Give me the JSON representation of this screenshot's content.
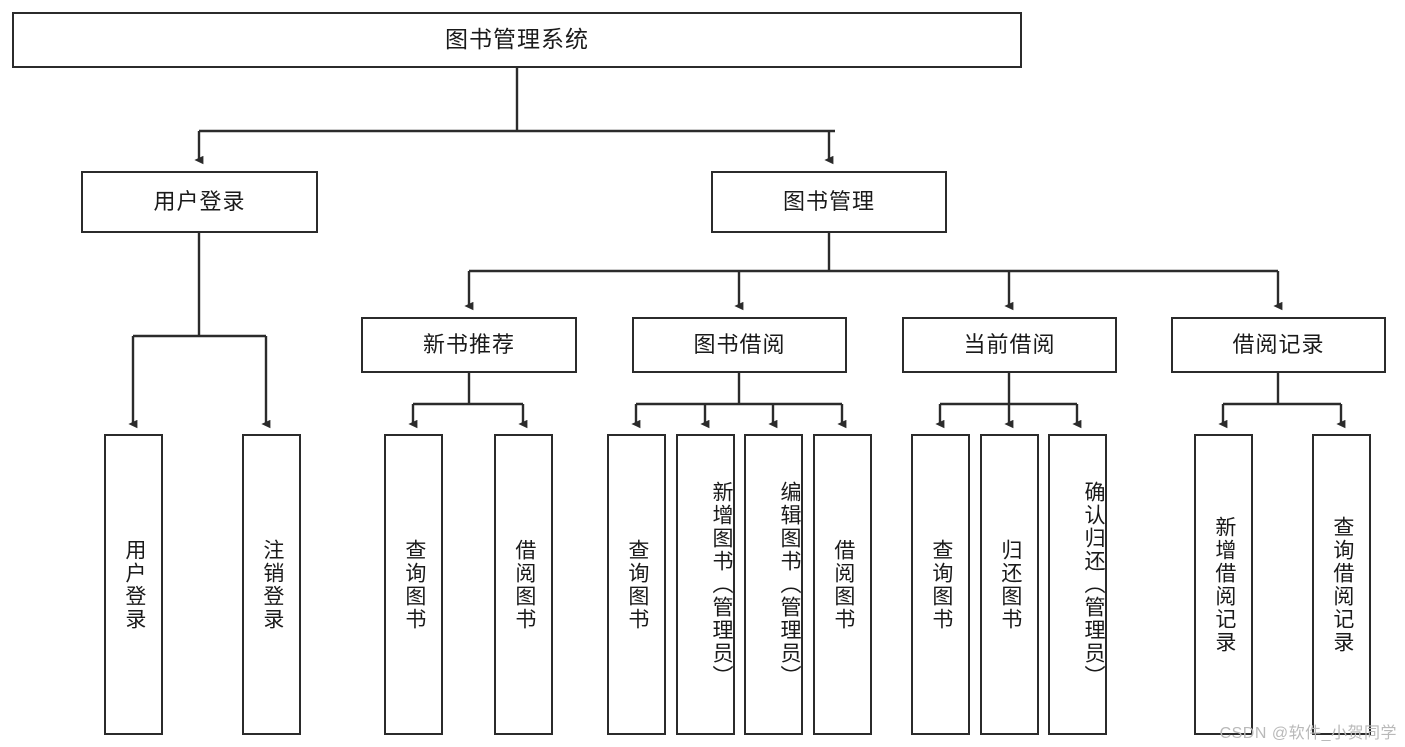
{
  "diagram": {
    "title": "图书管理系统",
    "type": "tree",
    "watermark": "CSDN @软件_小贺同学",
    "colors": {
      "box_border": "#2b2b2b",
      "box_fill": "#ffffff",
      "connector": "#2b2b2b",
      "text": "#1a1a1a",
      "watermark": "#b9b9b9"
    },
    "root": {
      "label": "图书管理系统"
    },
    "level2": [
      {
        "label": "用户登录"
      },
      {
        "label": "图书管理"
      }
    ],
    "level3": [
      {
        "label": "新书推荐"
      },
      {
        "label": "图书借阅"
      },
      {
        "label": "当前借阅"
      },
      {
        "label": "借阅记录"
      }
    ],
    "leaves": {
      "user_login": [
        {
          "label": "用户登录"
        },
        {
          "label": "注销登录"
        }
      ],
      "new_book": [
        {
          "label": "查询图书"
        },
        {
          "label": "借阅图书"
        }
      ],
      "book_borrow": [
        {
          "label": "查询图书"
        },
        {
          "label": "新增图书（管理员）"
        },
        {
          "label": "编辑图书（管理员）"
        },
        {
          "label": "借阅图书"
        }
      ],
      "current_borrow": [
        {
          "label": "查询图书"
        },
        {
          "label": "归还图书"
        },
        {
          "label": "确认归还（管理员）"
        }
      ],
      "borrow_record": [
        {
          "label": "新增借阅记录"
        },
        {
          "label": "查询借阅记录"
        }
      ]
    }
  }
}
